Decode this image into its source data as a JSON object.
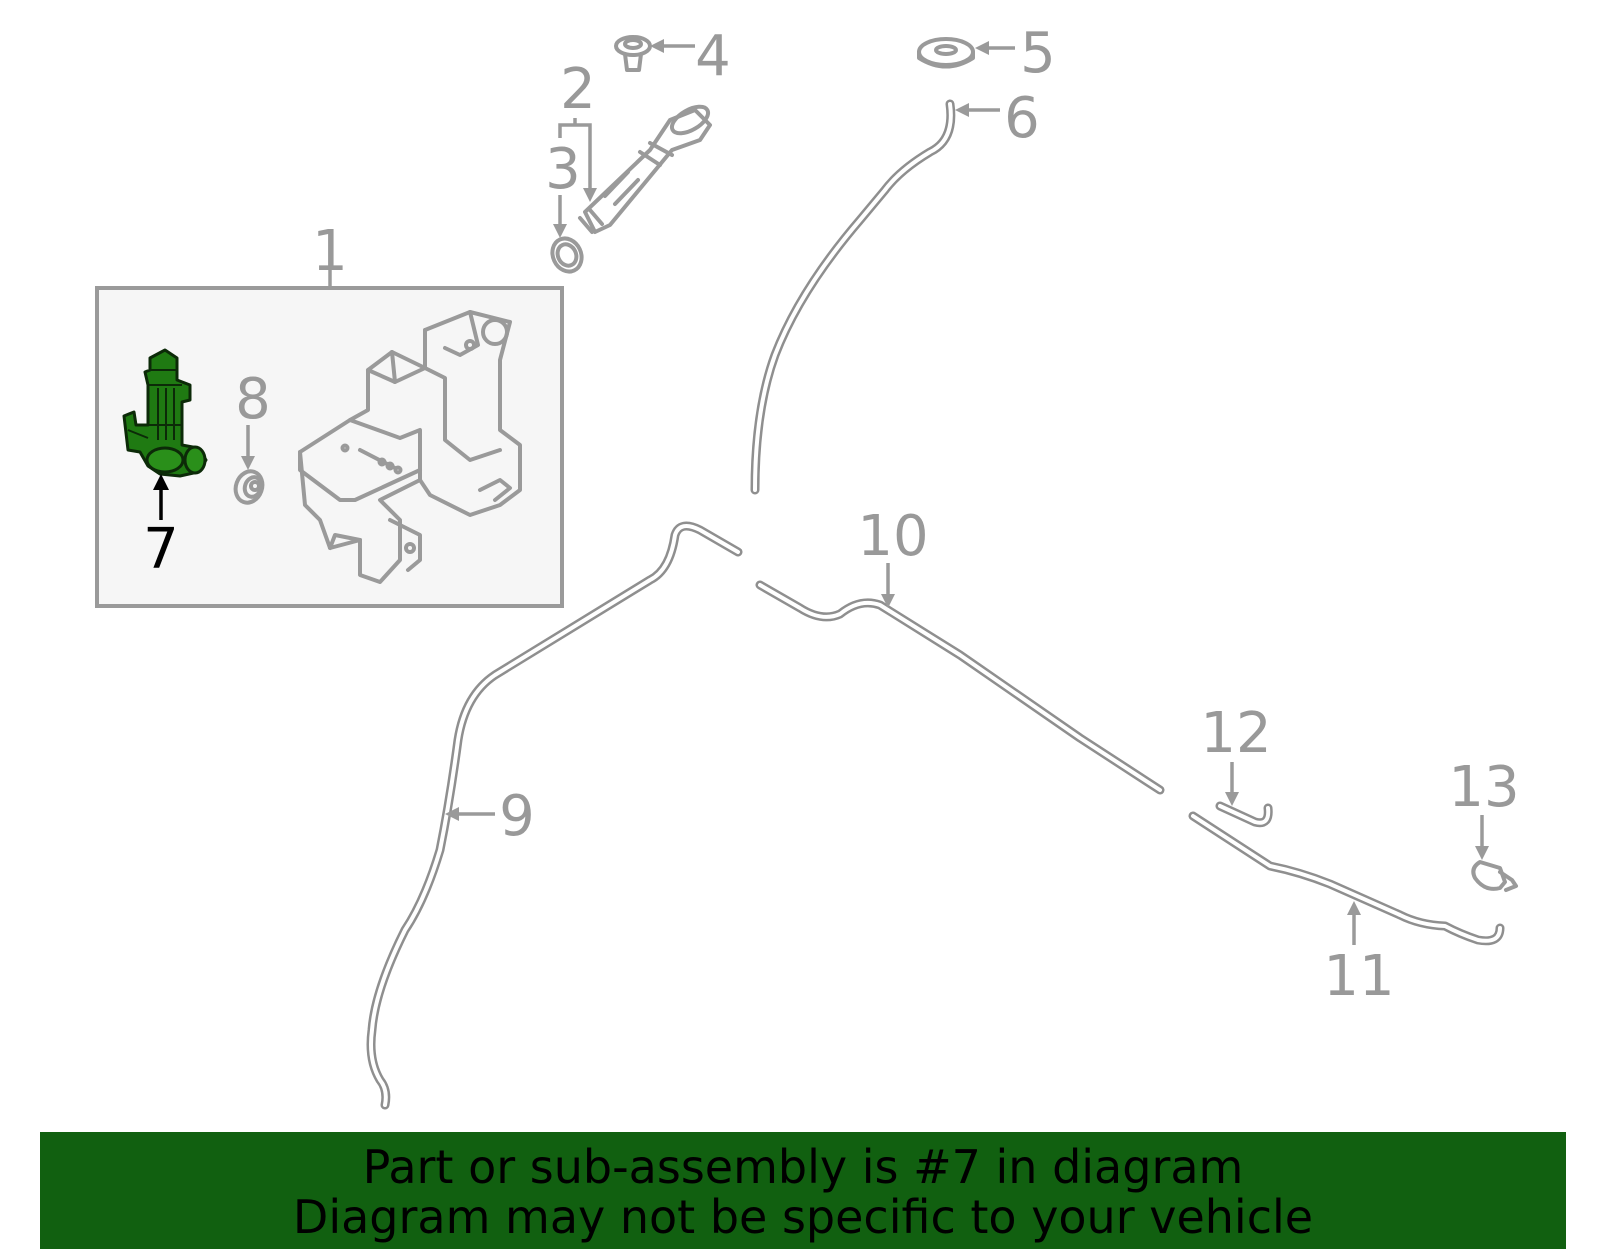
{
  "callouts": {
    "c1": "1",
    "c2": "2",
    "c3": "3",
    "c4": "4",
    "c5": "5",
    "c6": "6",
    "c7": "7",
    "c8": "8",
    "c9": "9",
    "c10": "10",
    "c11": "11",
    "c12": "12",
    "c13": "13"
  },
  "highlighted_part": "7",
  "highlight_color": "#1f7a12",
  "banner": {
    "line1": "Part or sub-assembly is #7 in diagram",
    "line2": "Diagram may not be specific to your vehicle",
    "background": "#116010"
  }
}
